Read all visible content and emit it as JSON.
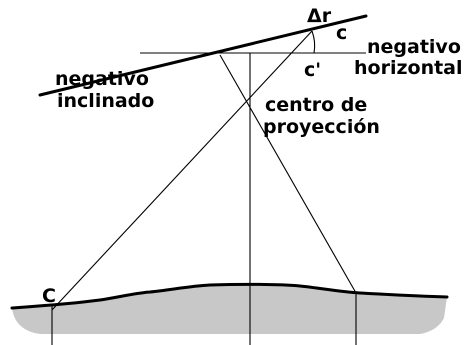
{
  "labels": {
    "delta_r": "Δr",
    "c_upper": "c",
    "c_prime": "c'",
    "negativo_horizontal_line1": "negativo",
    "negativo_horizontal_line2": "horizontal",
    "negativo_inclinado_line1": "negativo",
    "negativo_inclinado_line2": "inclinado",
    "centro_line1": "centro de",
    "centro_line2": "proyección",
    "ground_point": "C"
  },
  "colors": {
    "line": "#000000",
    "terrain_fill": "#c8c8c8",
    "background": "#ffffff"
  }
}
